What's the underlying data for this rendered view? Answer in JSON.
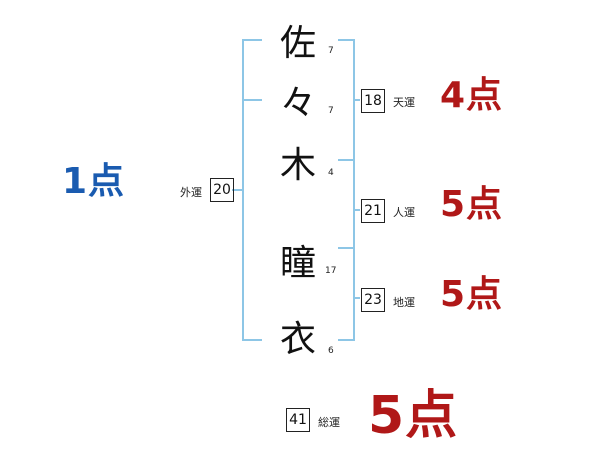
{
  "name_chars": [
    {
      "char": "佐",
      "strokes": "7"
    },
    {
      "char": "々",
      "strokes": "7"
    },
    {
      "char": "木",
      "strokes": "4"
    },
    {
      "char": "瞳",
      "strokes": "17"
    },
    {
      "char": "衣",
      "strokes": "6"
    }
  ],
  "fortunes": {
    "gaiun": {
      "label": "外運",
      "value": "20",
      "score": "1点"
    },
    "tenun": {
      "label": "天運",
      "value": "18",
      "score": "4点"
    },
    "jinun": {
      "label": "人運",
      "value": "21",
      "score": "5点"
    },
    "chiun": {
      "label": "地運",
      "value": "23",
      "score": "5点"
    },
    "souun": {
      "label": "総運",
      "value": "41",
      "score": "5点"
    }
  },
  "colors": {
    "bracket": "#8dc6e6",
    "score_red": "#b01818",
    "score_blue": "#1a5bb0"
  }
}
